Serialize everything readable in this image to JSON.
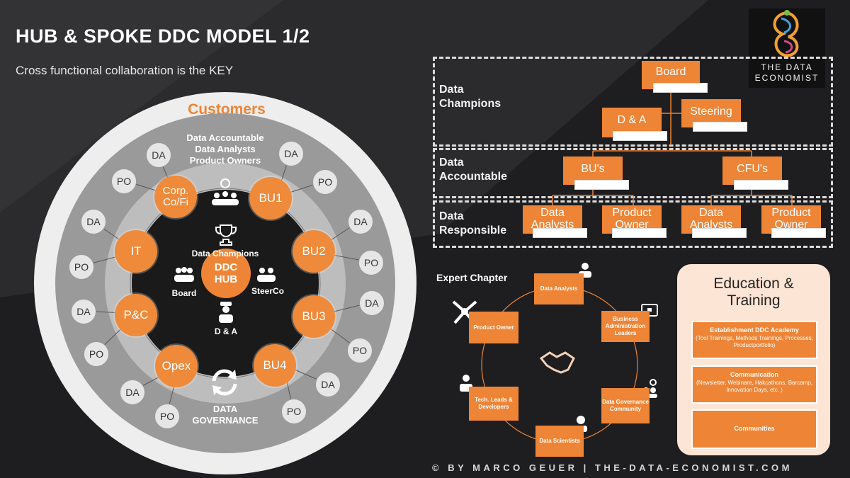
{
  "header": {
    "title": "HUB & SPOKE DDC MODEL 1/2",
    "subtitle": "Cross functional collaboration is the KEY"
  },
  "logo": {
    "line1": "THE DATA",
    "line2": "ECONOMIST"
  },
  "hub": {
    "outer_label": "Customers",
    "middle_label_1": "Data Accountable",
    "middle_label_2": "Data Analysts",
    "middle_label_3": "Product Owners",
    "governance_1": "DATA",
    "governance_2": "GOVERNANCE",
    "center_1": "DDC",
    "center_2": "HUB",
    "champions": "Data Champions",
    "board": "Board",
    "steerco": "SteerCo",
    "da_label": "D & A",
    "nodes": [
      "Corp. Co/Fi",
      "BU1",
      "BU2",
      "BU3",
      "BU4",
      "Opex",
      "P&C",
      "IT"
    ],
    "da": "DA",
    "po": "PO"
  },
  "org": {
    "sections": [
      "Data Champions",
      "Data Accountable",
      "Data Responsible"
    ],
    "board": "Board",
    "da": "D & A",
    "steering": "Steering",
    "bus": "BU's",
    "cfus": "CFU's",
    "data_analysts": "Data Analysts",
    "product_owner": "Product Owner"
  },
  "expert": {
    "title": "Expert Chapter",
    "roles": [
      "Data Analysts",
      "Business Administration Leaders",
      "Data Governance Community",
      "Data Scientists",
      "Tech. Leads & Developers",
      "Product Owner"
    ]
  },
  "education": {
    "title_1": "Education &",
    "title_2": "Training",
    "cards": [
      {
        "heading": "Establishment DDC Academy",
        "text": "(Tool Trainings, Methods Trainings, Processes, Productportfolio)"
      },
      {
        "heading": "Communication",
        "text": "(Newsletter, Webinare, Hakcathons, Barcamp, Innovation Days, etc. )"
      },
      {
        "heading": "Communities",
        "text": ""
      }
    ]
  },
  "footer": {
    "text": "© BY MARCO GEUER | THE-DATA-ECONOMIST.COM"
  },
  "colors": {
    "accent": "#ee8436",
    "bg": "#1b1b1d"
  },
  "icons": [
    "trophy-icon",
    "lightbulb-team-icon",
    "sync-icon",
    "handshake-icon",
    "team-icon"
  ]
}
